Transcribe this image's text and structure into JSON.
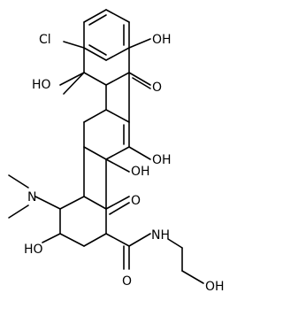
{
  "molecule": {
    "atom_labels": {
      "cl": "Cl",
      "oh_top": "OH",
      "oh_c6": "HO",
      "o_c11": "O",
      "oh_c12": "OH",
      "oh_c12a": "OH",
      "o_c1": "O",
      "n_dimethyl": "N",
      "oh_c3": "HO",
      "o_amide": "O",
      "nh_amide": "NH",
      "oh_terminal": "OH"
    },
    "colors": {
      "bond": "#000000",
      "label": "#000000",
      "background": "#ffffff"
    }
  }
}
